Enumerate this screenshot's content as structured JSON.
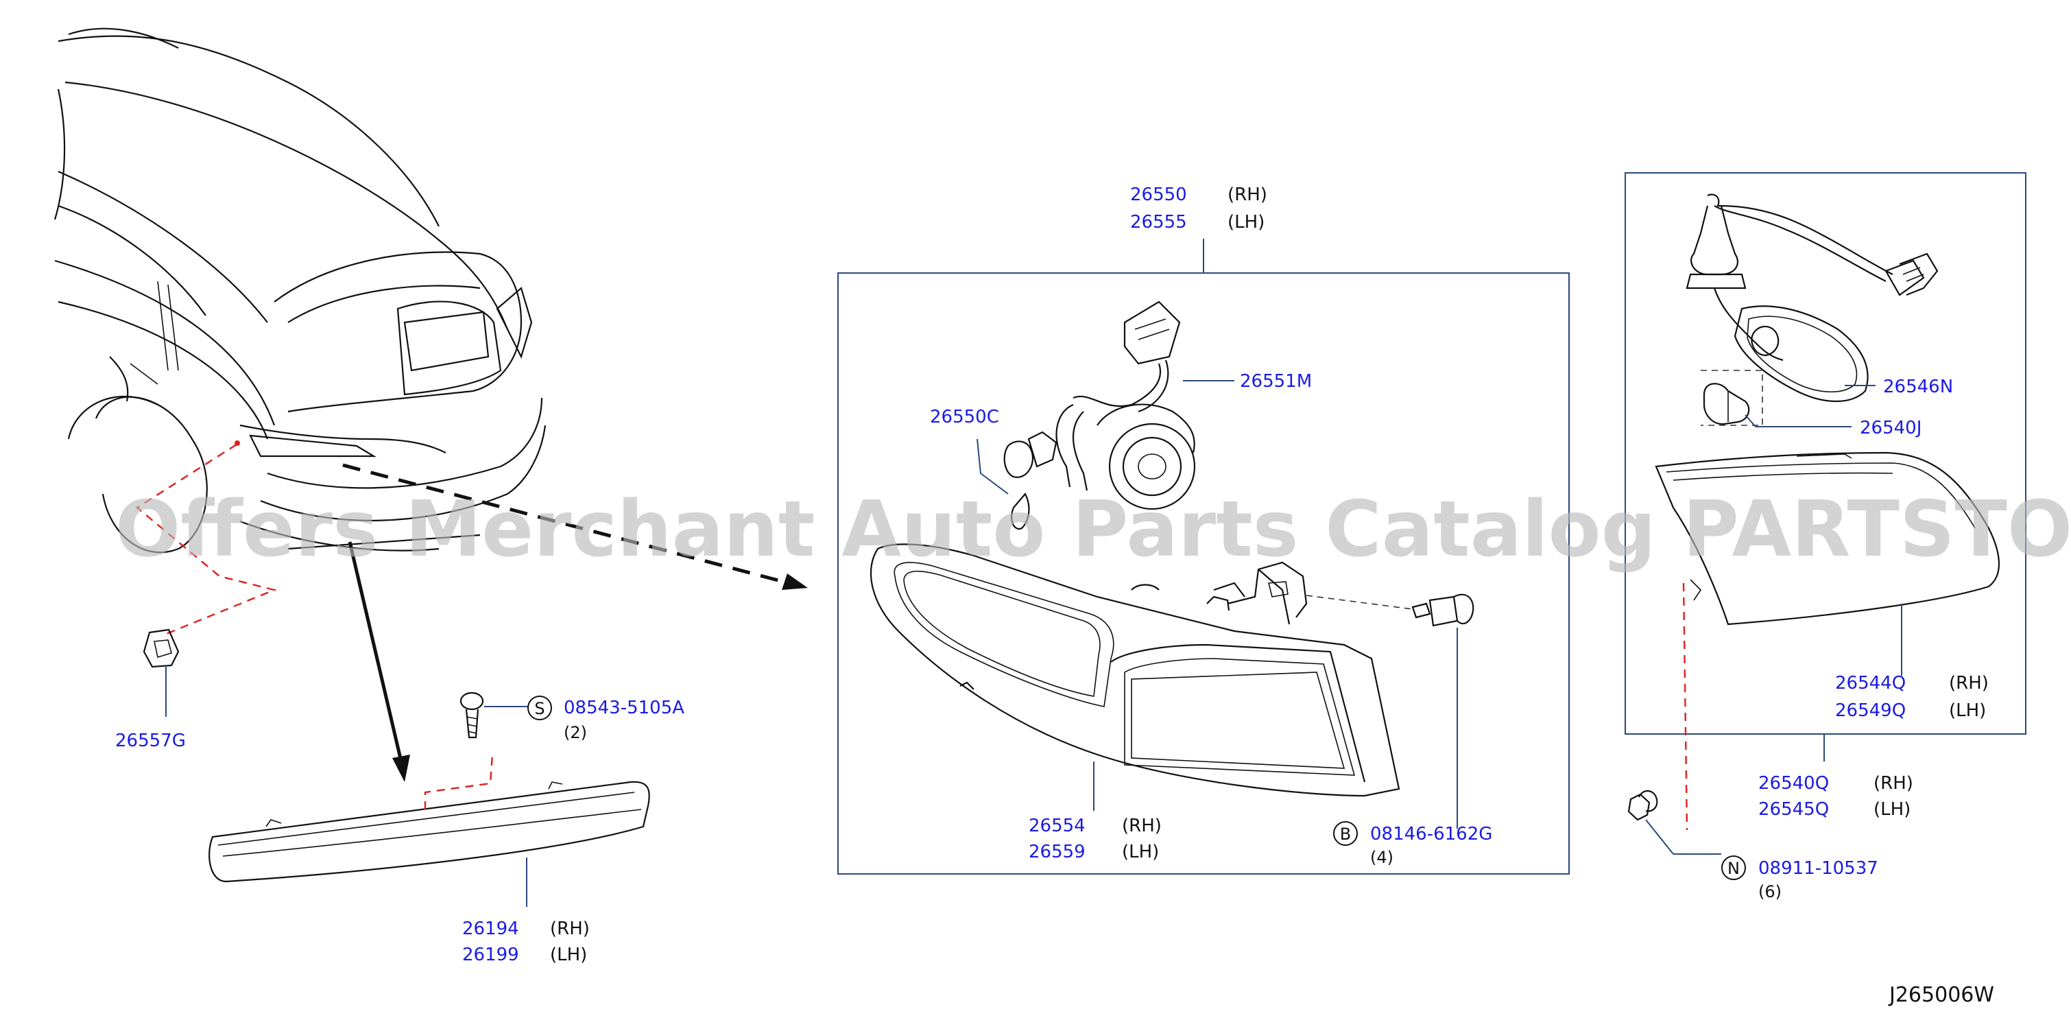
{
  "watermark": "Offers Merchant Auto Parts Catalog PARTSTORE.SA",
  "diagram_code": "J265006W",
  "callouts": {
    "c_26550": {
      "part": "26550",
      "side": "(RH)"
    },
    "c_26555": {
      "part": "26555",
      "side": "(LH)"
    },
    "c_26551M": {
      "part": "26551M"
    },
    "c_26550C": {
      "part": "26550C"
    },
    "c_26554": {
      "part": "26554",
      "side": "(RH)"
    },
    "c_26559": {
      "part": "26559",
      "side": "(LH)"
    },
    "c_08146": {
      "symbol": "B",
      "part": "08146-6162G",
      "qty": "(4)"
    },
    "c_08543": {
      "symbol": "S",
      "part": "08543-5105A",
      "qty": "(2)"
    },
    "c_26557G": {
      "part": "26557G"
    },
    "c_26194": {
      "part": "26194",
      "side": "(RH)"
    },
    "c_26199": {
      "part": "26199",
      "side": "(LH)"
    },
    "c_26546N": {
      "part": "26546N"
    },
    "c_26540J": {
      "part": "26540J"
    },
    "c_26544Q": {
      "part": "26544Q",
      "side": "(RH)"
    },
    "c_26549Q": {
      "part": "26549Q",
      "side": "(LH)"
    },
    "c_26540Q": {
      "part": "26540Q",
      "side": "(RH)"
    },
    "c_26545Q": {
      "part": "26545Q",
      "side": "(LH)"
    },
    "c_08911": {
      "symbol": "N",
      "part": "08911-10537",
      "qty": "(6)"
    }
  },
  "colors": {
    "part_number": "#1a1ae6",
    "leader": "#2b4a7a",
    "hidden_line": "#e0201c"
  }
}
